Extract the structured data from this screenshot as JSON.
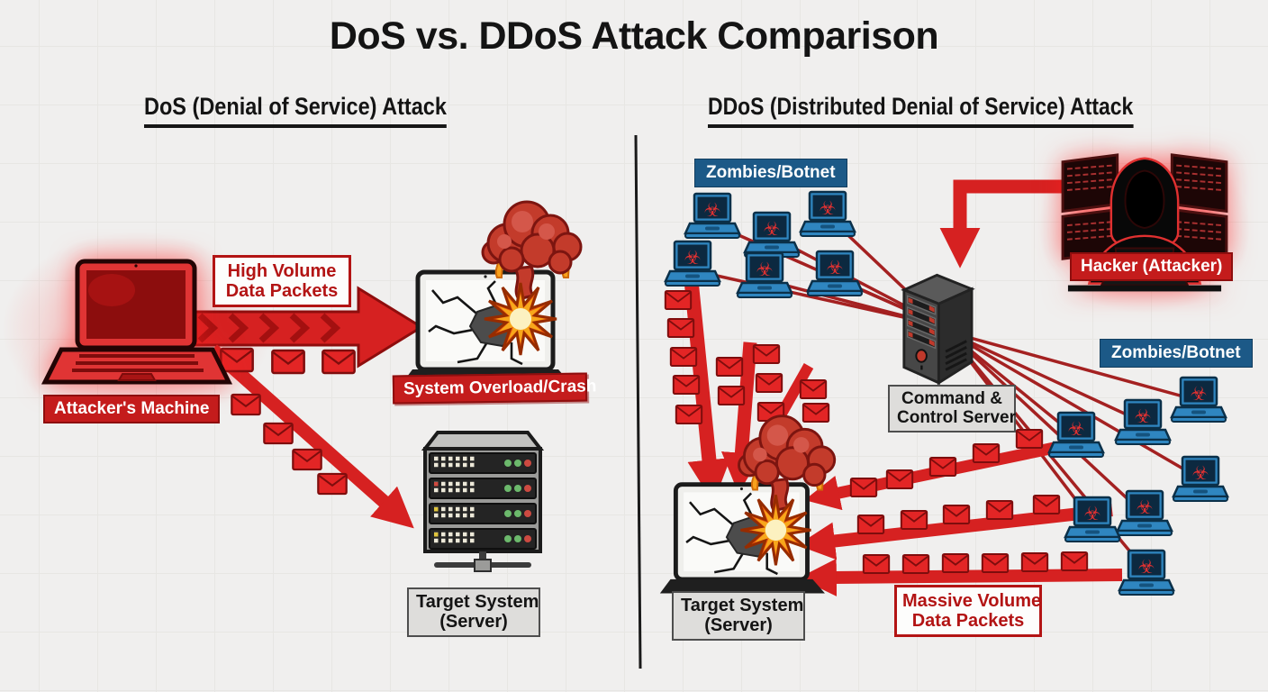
{
  "title": "DoS vs. DDoS Attack Comparison",
  "dos": {
    "heading": "DoS (Denial of Service) Attack",
    "attacker_label": "Attacker's Machine",
    "packets_line1": "High Volume",
    "packets_line2": "Data Packets",
    "overload_label": "System Overload/Crash",
    "target_line1": "Target System",
    "target_line2": "(Server)"
  },
  "ddos": {
    "heading": "DDoS (Distributed Denial of Service) Attack",
    "zombies_top_label": "Zombies/Botnet",
    "zombies_right_label": "Zombies/Botnet",
    "hacker_label": "Hacker (Attacker)",
    "cnc_line1": "Command &",
    "cnc_line2": "Control Server",
    "target_line1": "Target System",
    "target_line2": "(Server)",
    "packets_line1": "Massive Volume",
    "packets_line2": "Data Packets"
  },
  "icons": {
    "biohazard": "☣"
  },
  "colors": {
    "arrow_red": "#d62121",
    "label_red": "#c41c1c",
    "label_blue": "#1c5987",
    "text_red": "#b31414",
    "label_gray": "#dedddb",
    "background": "#f0efee"
  }
}
